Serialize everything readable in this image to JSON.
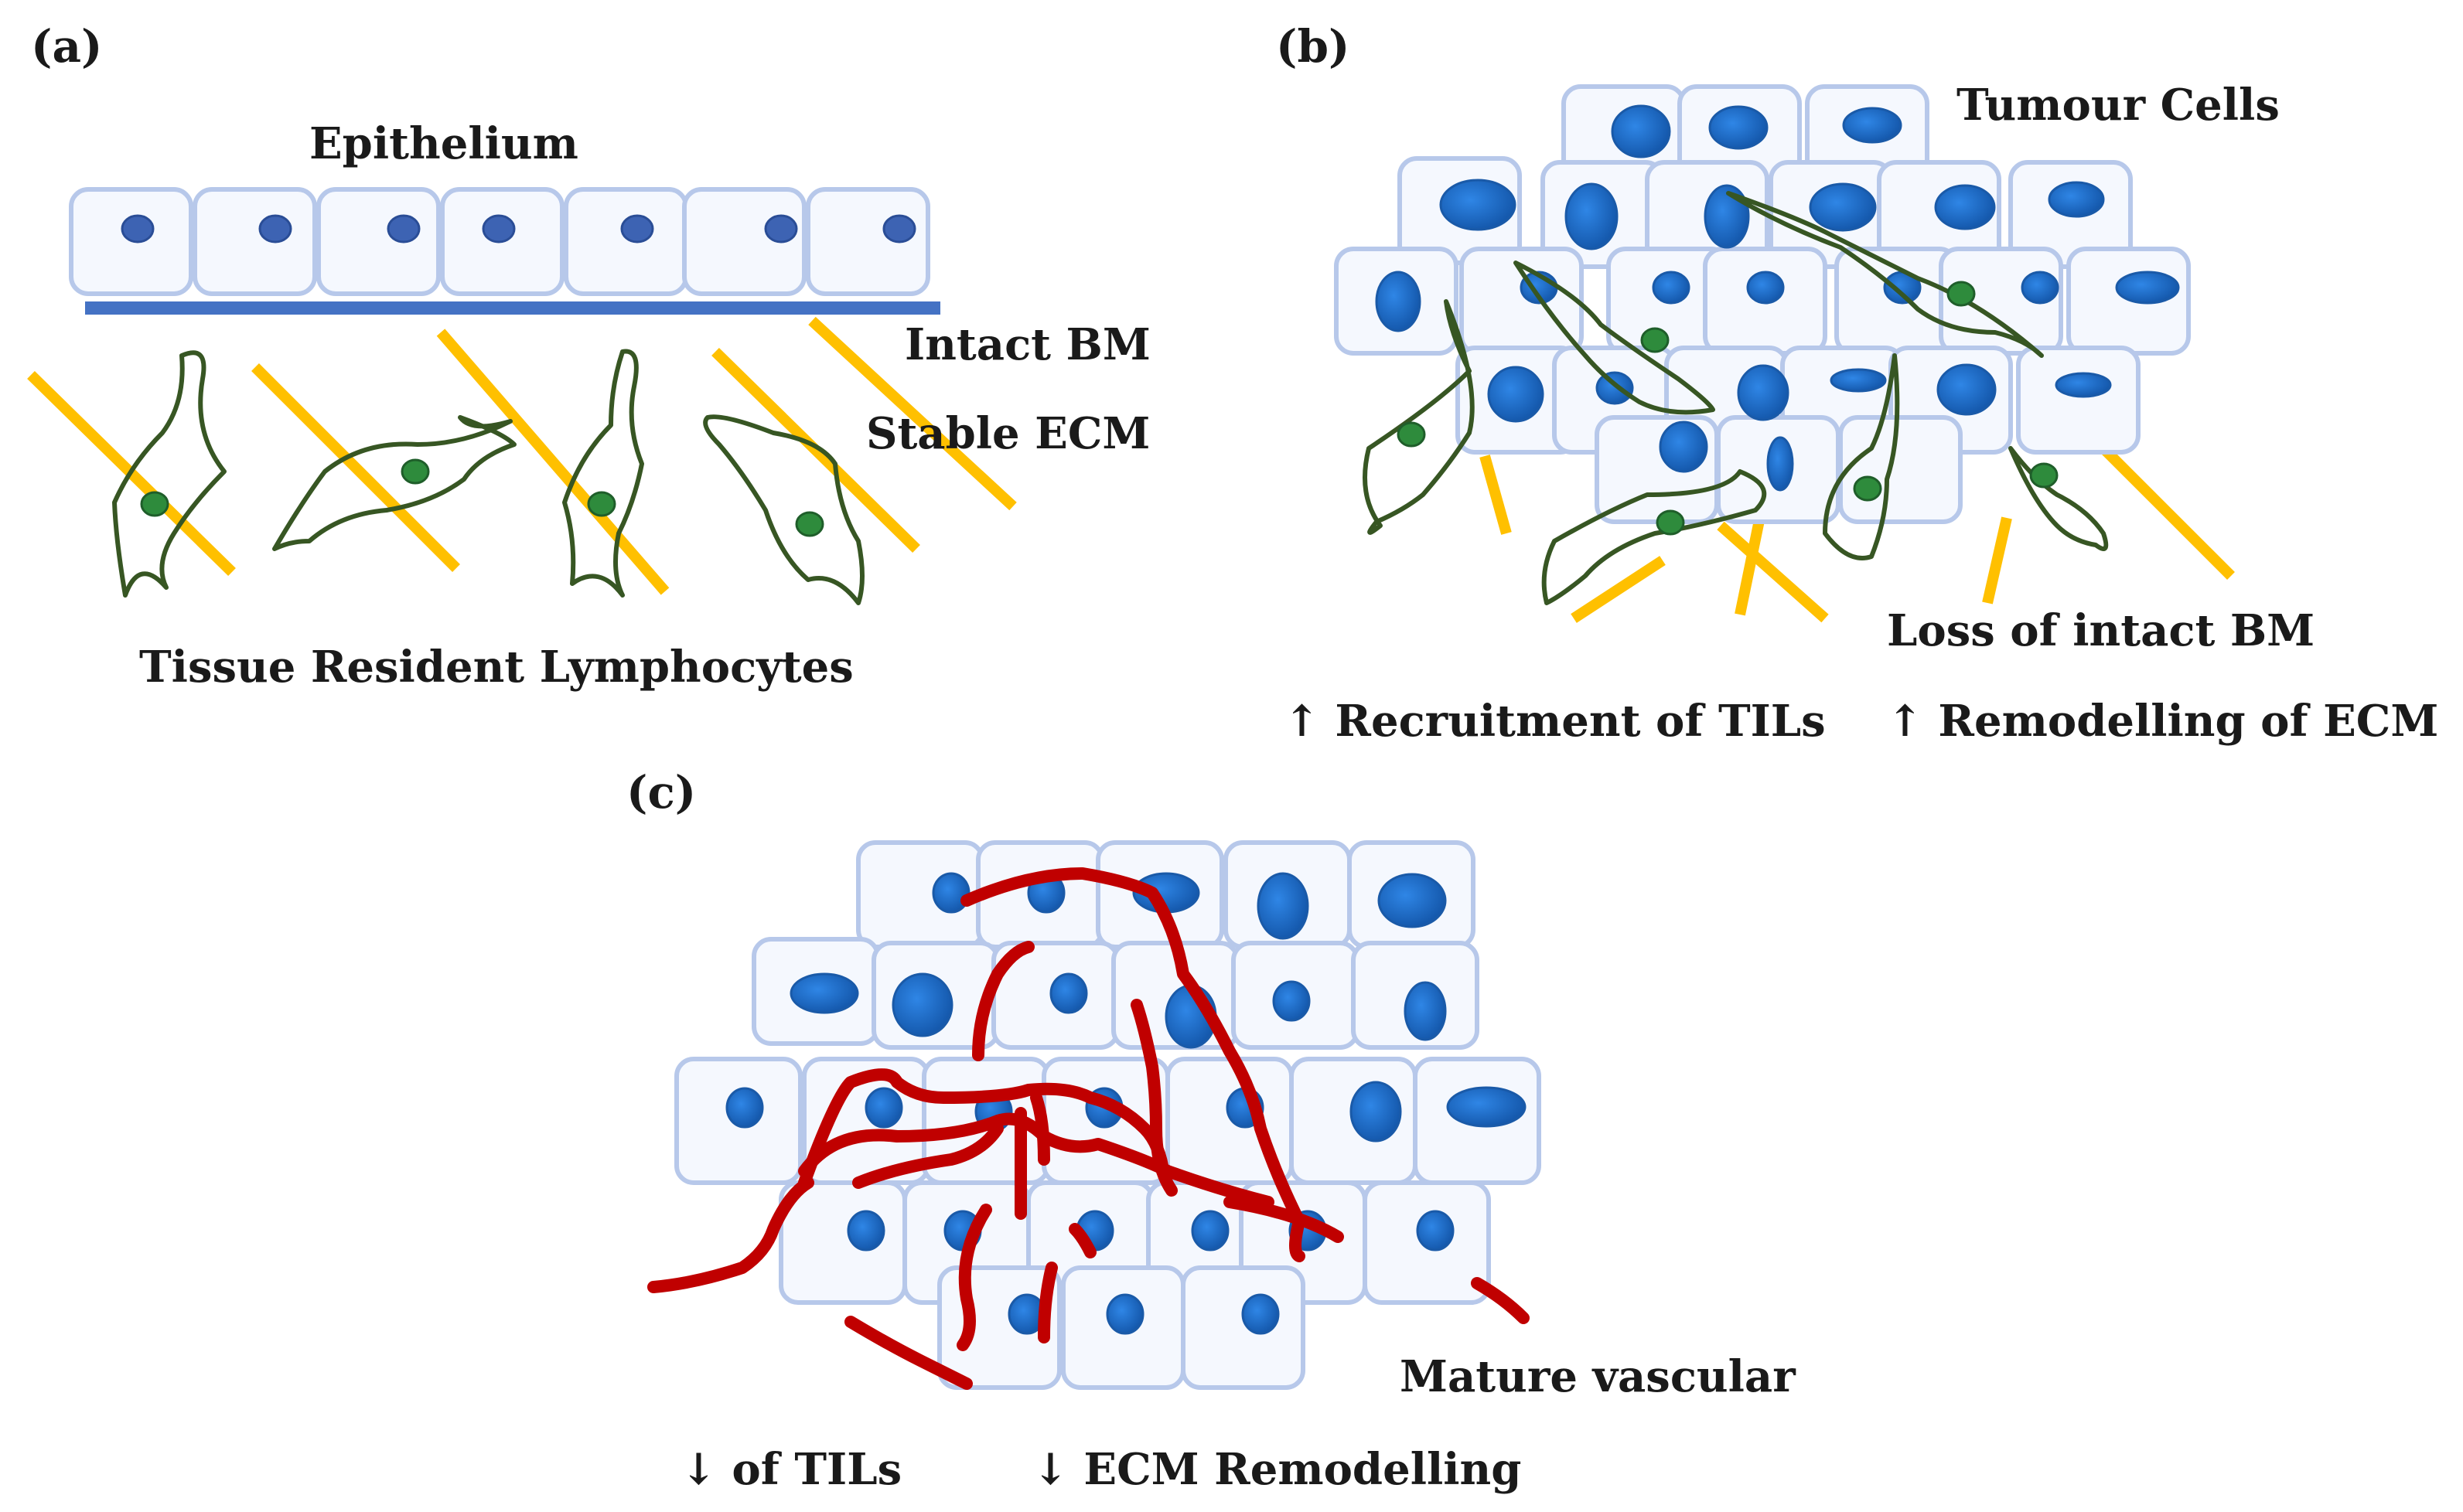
{
  "panel_a": {
    "letter": "(a)",
    "epithelium": "Epithelium",
    "intact_bm": "Intact BM",
    "stable_ecm": "Stable ECM",
    "lymphocytes": "Tissue Resident Lymphocytes"
  },
  "panel_b": {
    "letter": "(b)",
    "tumour_cells": "Tumour Cells",
    "loss_bm": "Loss of intact BM",
    "recruitment": "↑ Recruitment of TILs",
    "remodelling": "↑ Remodelling of ECM"
  },
  "panel_c": {
    "letter": "(c)",
    "mature_vascular": "Mature vascular",
    "tils_down": "↓ of TILs",
    "ecm_down": "↓ ECM Remodelling"
  },
  "colors": {
    "cell_fill": "#f5f8fe",
    "cell_border": "#b7c8ea",
    "nucleus_small": "#3d63b3",
    "nucleus_tumour": "#1f6fc6",
    "basement_membrane": "#4472c4",
    "ecm_fiber": "#ffc000",
    "lymphocyte_outline": "#375623",
    "lymphocyte_nucleus": "#2e8b3c",
    "vessel": "#c00000"
  }
}
